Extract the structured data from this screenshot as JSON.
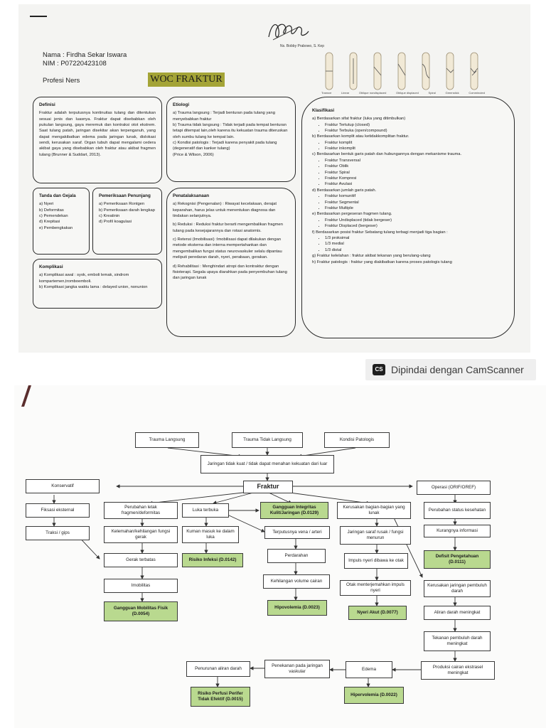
{
  "header": {
    "name": "Nama : Firdha Sekar Iswara",
    "nim": "NIM   : P07220423108",
    "profesi": "Profesi Ners",
    "woc_title": "WOC FRAKTUR",
    "signature_caption": "Ns. Bobby Prabowo, S. Kep"
  },
  "bone_types": [
    "Transve",
    "Linear",
    "Oblique nondisplaced",
    "Oblique displaced",
    "Spiral",
    "Greenstick",
    "Comminuted"
  ],
  "definisi": {
    "title": "Definisi",
    "text": "Fraktur adalah terputusnya kontinuitas tulang dan ditentukan sesuai jenis dan luasnya. Fraktur dapat disebabkan oleh pukulan langsung, gaya meremuk dan kontraksi otot ekstrem. Saat tulang patah, jaringan disekitar akan terpenganuh, yang dapat mengakibatkan edema pada jaringan lunak, dislokasi sendi, kerusakan saraf. Organ tubuh dapat mengalami cedera akibat gaya yang disebabkan oleh fraktur atau akibat fragmen tulang (Brunner & Suddart, 2013)."
  },
  "etiologi": {
    "title": "Etiologi",
    "items": [
      "a) Trauma langsung : Terjadi benturan pada tulang yang menyebabkan fraktur",
      "b) Trauma tidak langsung : Tidak terjadi pada tempat benturan tetapi ditempat lain,oleh karena itu kekuatan trauma diteruskan oleh sumbu tulang ke tempat lain.",
      "c) Kondisi patologis : Terjadi karena penyakit pada tulang (degeneratif dan kanker tulang)",
      "(Price & Wilson, 2006)"
    ]
  },
  "tanda": {
    "title": "Tanda dan Gejala",
    "items": [
      "a) Nyeri",
      "b) Deformitas",
      "c) Pemendekan",
      "d) Krepitasi",
      "e) Pembengkakan"
    ]
  },
  "pemeriksaan": {
    "title": "Pemeriksaan Penunjang",
    "items": [
      "a) Pemeriksaan Rontgen",
      "b) Pemeriksaan darah lengkap",
      "c) Kreatinin",
      "d) Profil koagulasi"
    ]
  },
  "komplikasi": {
    "title": "Komplikasi",
    "items": [
      "a) Komplikasi awal : syok, emboli lemak, sindrom kompartemen,tromboemboli.",
      "b) Komplikasi jangka waktu lama : delayed union, nonunion"
    ]
  },
  "penatalaksanaan": {
    "title": "Penatalaksanaan",
    "items": [
      "a) Rekognisi (Pengenalan) : Riwayat kecelakaan, derajat keparahan, harus jelas untuk menentukan diagnosa dan tindakan selanjutnya.",
      "b) Reduksi : Reduksi fraktur berarti mengembalikan fragmen tulang pada kesejajarannya dan rotasi anatomis.",
      "c) Retensi (Imobilisasi) :Imobilisasi dapat dilakukan dengan metode eksterna dan interna mempertahankan dan mengembalikan fungsi status neurovaskuler selalu dipantau meliputi peredaran darah, nyeri, perabaan, gerakan.",
      "d) Rehabilitasi : Menghindari atropi dan kontraktur dengan fisioterapi. Segala upaya diarahkan pada penyembuhan tulang dan jaringan lunak"
    ]
  },
  "klasifikasi": {
    "title": "Klasifikasi",
    "groups": [
      {
        "head": "a) Berdasarkan sifat fraktur (luka yang ditimbulkan)",
        "items": [
          "Fraktur Tertutup (closed)",
          "Fraktur Terbuka (open/compound)"
        ]
      },
      {
        "head": "b) Berdasarkan komplit atau ketidakkomplitan fraktur.",
        "items": [
          "Fraktur komplit",
          "Fraktur inkomplit"
        ]
      },
      {
        "head": "c) Berdasarkan bentuk garis patah dan hubungannya dengan mekanisme trauma.",
        "items": [
          "Fraktur Transversal",
          "Fraktur Oblik",
          "Fraktur Spiral",
          "Fraktur Kompresi",
          "Fraktur Avulasi"
        ]
      },
      {
        "head": "d) Berdasarkan jumlah garis patah.",
        "items": [
          "Fraktur komunitif",
          "Fraktur Segmental",
          "Fraktur Multiple"
        ]
      },
      {
        "head": "e) Berdasarkan pergeseran fragmen tulang.",
        "items": [
          "Fraktur Undisplaced (tidak bergeser)",
          "Fraktur Displaced (bergeser)"
        ]
      },
      {
        "head": "f) Berdasarkan posisi fraktur Sebatang tulang terbagi menjadi tiga bagian :",
        "items": [
          "1/3 proksimal",
          "1/3 medial",
          "1/3 distal"
        ]
      },
      {
        "head": "g) Fraktur kelelahan : fraktur akibat tekanan yang berulang-ulang",
        "items": []
      },
      {
        "head": "h) Fraktur patologis : fraktur yang diakibatkan karena proses patologis tulang",
        "items": []
      }
    ]
  },
  "camscanner": {
    "logo": "CS",
    "text": "Dipindai dengan CamScanner"
  },
  "flow": {
    "trauma_langsung": "Trauma Langsung",
    "trauma_tidak_langsung": "Trauma Tidak Langsung",
    "kondisi_patologis": "Kondisi Patologis",
    "jaringan": "Jaringan tidak kuat / tidak dapat menahan kekuatan dari luar",
    "fraktur": "Fraktur",
    "konservatif": "Konservatif",
    "operasi": "Operasi (ORIF/OREF)",
    "fiksasi": "Fiksasi eksternal",
    "traksi": "Traksi / gips",
    "perubahan_letak": "Perubahan letak fragmen/deformitas",
    "kelemahan": "Kelemahan/kehilangan fungsi gerak",
    "gerak_terbatas": "Gerak terbatas",
    "imobilitas": "Imobilitas",
    "gangguan_mobilitas": "Gangguan Mobilitas Fisik (D.0054)",
    "luka_terbuka": "Luka terbuka",
    "kuman": "Kuman masuk ke dalam luka",
    "risiko_infeksi": "Risiko Infeksi (D.0142)",
    "gangguan_integritas": "Gangguan Integritas Kulit/Jaringan (D.0129)",
    "terputusnya_vena": "Terputusnya vena / arteri",
    "perdarahan": "Perdarahan",
    "kehilangan_volume": "Kehilangan volume cairan",
    "hipovolemia": "Hipovolemia (D.0023)",
    "kerusakan_lunak": "Kerusakan bagian-bagian yang lunak",
    "jaringan_saraf": "Jaringan saraf rusak / fungsi menurun",
    "impuls": "Impuls nyeri dibawa ke otak",
    "otak": "Otak menterjemahkan impuls nyeri",
    "nyeri_akut": "Nyeri Akut (D.0077)",
    "perubahan_status": "Perubahan status kesehatan",
    "kurangnya_informasi": "Kurangnya informasi",
    "defisit": "Defisit Pengetahuan (D.0111)",
    "kerusakan_jaringan": "Kerusakan jaringan pembuluh darah",
    "aliran_meningkat": "Aliran darah meningkat",
    "tekanan_pembuluh": "Tekanan pembuluh darah meningkat",
    "produksi_cairan": "Produksi cairan ekstrasel meningkat",
    "edema": "Edema",
    "penekanan": "Penekanan pada jaringan vaskular",
    "penurunan_aliran": "Penurunan aliran darah",
    "risiko_perfusi": "Risiko Perfusi Perifer Tidak Efektif (D.0015)",
    "hipervolemia": "Hipervolemia (D.0022)"
  }
}
